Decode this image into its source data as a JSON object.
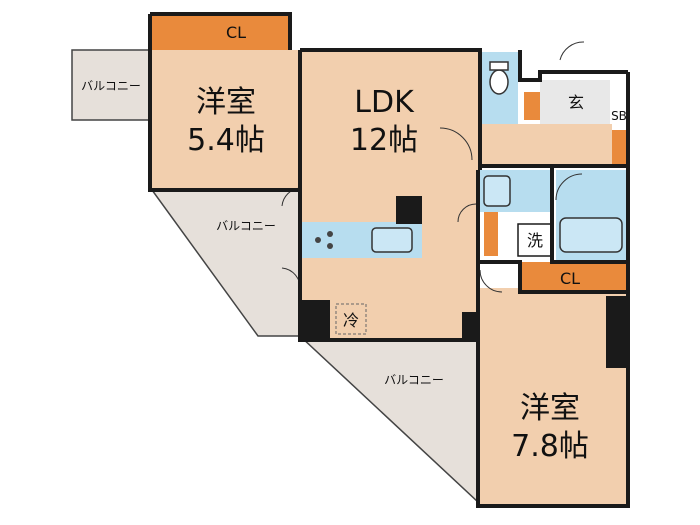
{
  "colors": {
    "room": "#f2cfae",
    "balcony": "#e6e0da",
    "closet": "#e98a3c",
    "wet": "#b7ddef",
    "wall": "#1a1a1a"
  },
  "rooms": {
    "western_a_name": "洋室",
    "western_a_size": "5.4帖",
    "ldk_name": "LDK",
    "ldk_size": "12帖",
    "western_b_name": "洋室",
    "western_b_size": "7.8帖"
  },
  "labels": {
    "cl_top": "CL",
    "cl_right": "CL",
    "balcony_left": "バルコニー",
    "balcony_mid": "バルコニー",
    "balcony_bottom": "バルコニー",
    "entrance": "玄",
    "shoebox": "SB",
    "washer": "洗",
    "fridge": "冷"
  }
}
